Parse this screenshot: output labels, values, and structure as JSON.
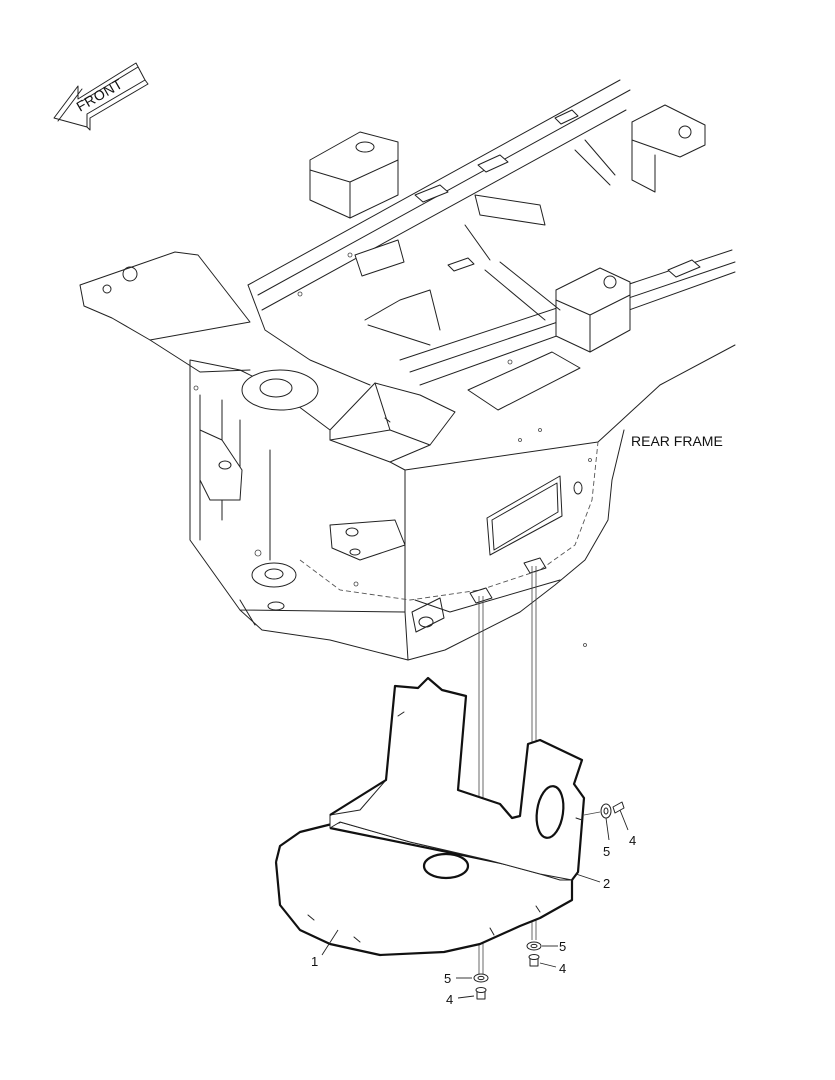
{
  "direction_arrow": {
    "text": "FRONT"
  },
  "assembly_label": "REAR FRAME",
  "callouts": {
    "guard_plate": "1",
    "guard_plate_right": "2",
    "bolt_side": "4",
    "washer_side": "5",
    "washer_right": "5",
    "bolt_right": "4",
    "washer_left": "5",
    "bolt_left": "4"
  }
}
